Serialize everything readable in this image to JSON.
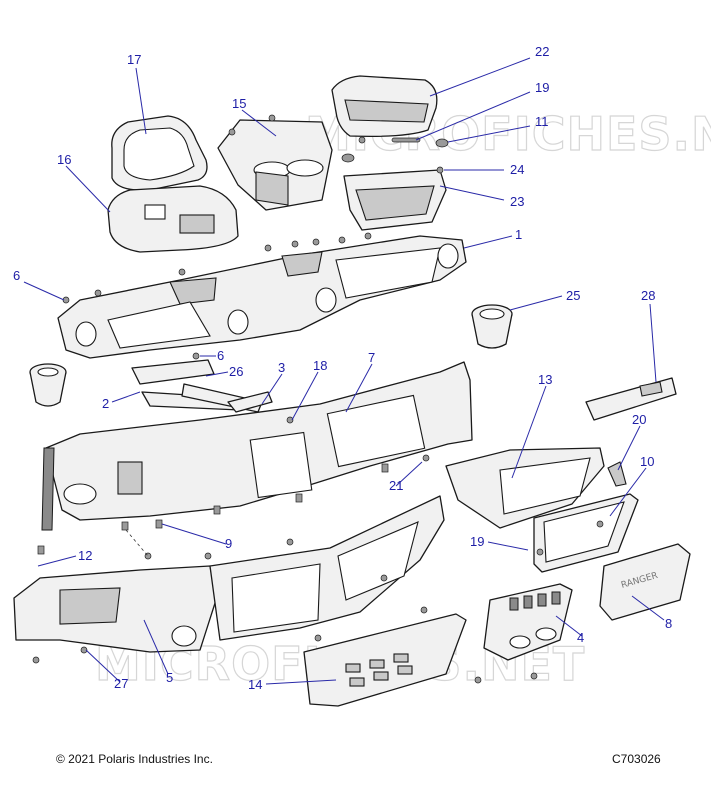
{
  "watermark": "MICROFICHES.NET",
  "footer": {
    "copyright": "© 2021 Polaris Industries Inc.",
    "drawing_code": "C703026"
  },
  "parts_label": "RANGER",
  "callouts": [
    "17",
    "15",
    "22",
    "19",
    "11",
    "16",
    "24",
    "23",
    "1",
    "6",
    "25",
    "28",
    "6",
    "26",
    "3",
    "18",
    "7",
    "2",
    "13",
    "20",
    "10",
    "21",
    "9",
    "19",
    "12",
    "8",
    "4",
    "27",
    "5",
    "14"
  ],
  "colors": {
    "callout": "#1e1ea6",
    "line": "#1a1a1a",
    "fill": "#f1f1f1"
  }
}
